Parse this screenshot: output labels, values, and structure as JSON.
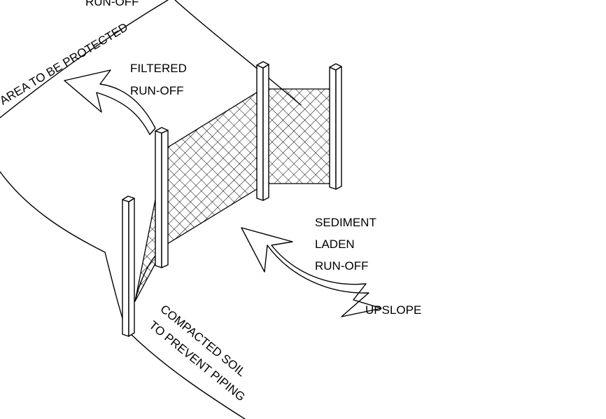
{
  "labels": {
    "runoff_top": "RUN-OFF",
    "area_protected": "AREA TO BE PROTECTED",
    "filtered_line1": "FILTERED",
    "filtered_line2": "RUN-OFF",
    "sediment_line1": "SEDIMENT",
    "sediment_line2": "LADEN",
    "sediment_line3": "RUN-OFF",
    "upslope": "UPSLOPE",
    "compacted_line1": "COMPACTED SOIL",
    "compacted_line2": "TO PREVENT PIPING"
  },
  "colors": {
    "ink": "#000000",
    "background": "#ffffff"
  }
}
